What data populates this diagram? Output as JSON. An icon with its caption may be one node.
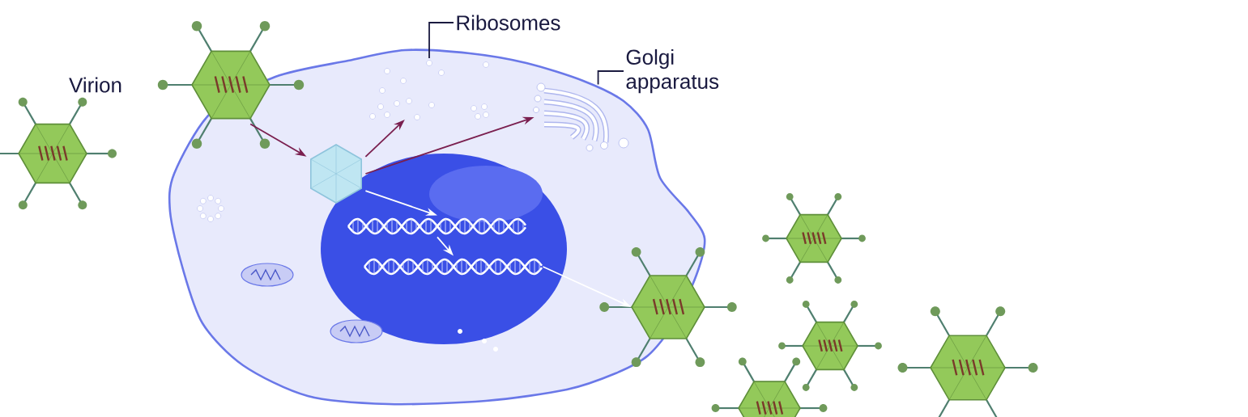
{
  "diagram": {
    "nodes": [
      {
        "text": [
          "Ribosomes"
        ]
      },
      {
        "text": [],
        "shape": "picture"
      },
      {
        "text": [
          "Golgi apparatus"
        ]
      },
      {
        "text": [],
        "shape": "picture"
      },
      {
        "text": [],
        "shape": "picture"
      },
      {
        "text": [],
        "shape": "picture"
      },
      {
        "text": [],
        "shape": "picture"
      },
      {
        "text": [],
        "shape": "picture"
      },
      {
        "text": [],
        "shape": "picture"
      }
    ],
    "edges": [
      {
        "from": 0,
        "to": 1,
        "arrow": "none",
        "color": "#1a1a40"
      },
      {
        "from": 2,
        "to": 3,
        "arrow": "none",
        "color": "#1a1a40"
      },
      {
        "from": 4,
        "to": 5,
        "arrow": "to",
        "color": "#7a1f4f"
      },
      {
        "from": 5,
        "to": 1,
        "arrow": "to",
        "color": "#7a1f4f"
      },
      {
        "from": 5,
        "to": 3,
        "arrow": "to",
        "color": "#7a1f4f"
      },
      {
        "from": 5,
        "to": 6,
        "arrow": "to",
        "color": "#ffffff"
      },
      {
        "from": 6,
        "to": 7,
        "arrow": "to",
        "color": "#ffffff"
      },
      {
        "from": 7,
        "to": 8,
        "arrow": "to",
        "color": "#ffffff"
      }
    ],
    "labels": [
      "Virion"
    ]
  }
}
